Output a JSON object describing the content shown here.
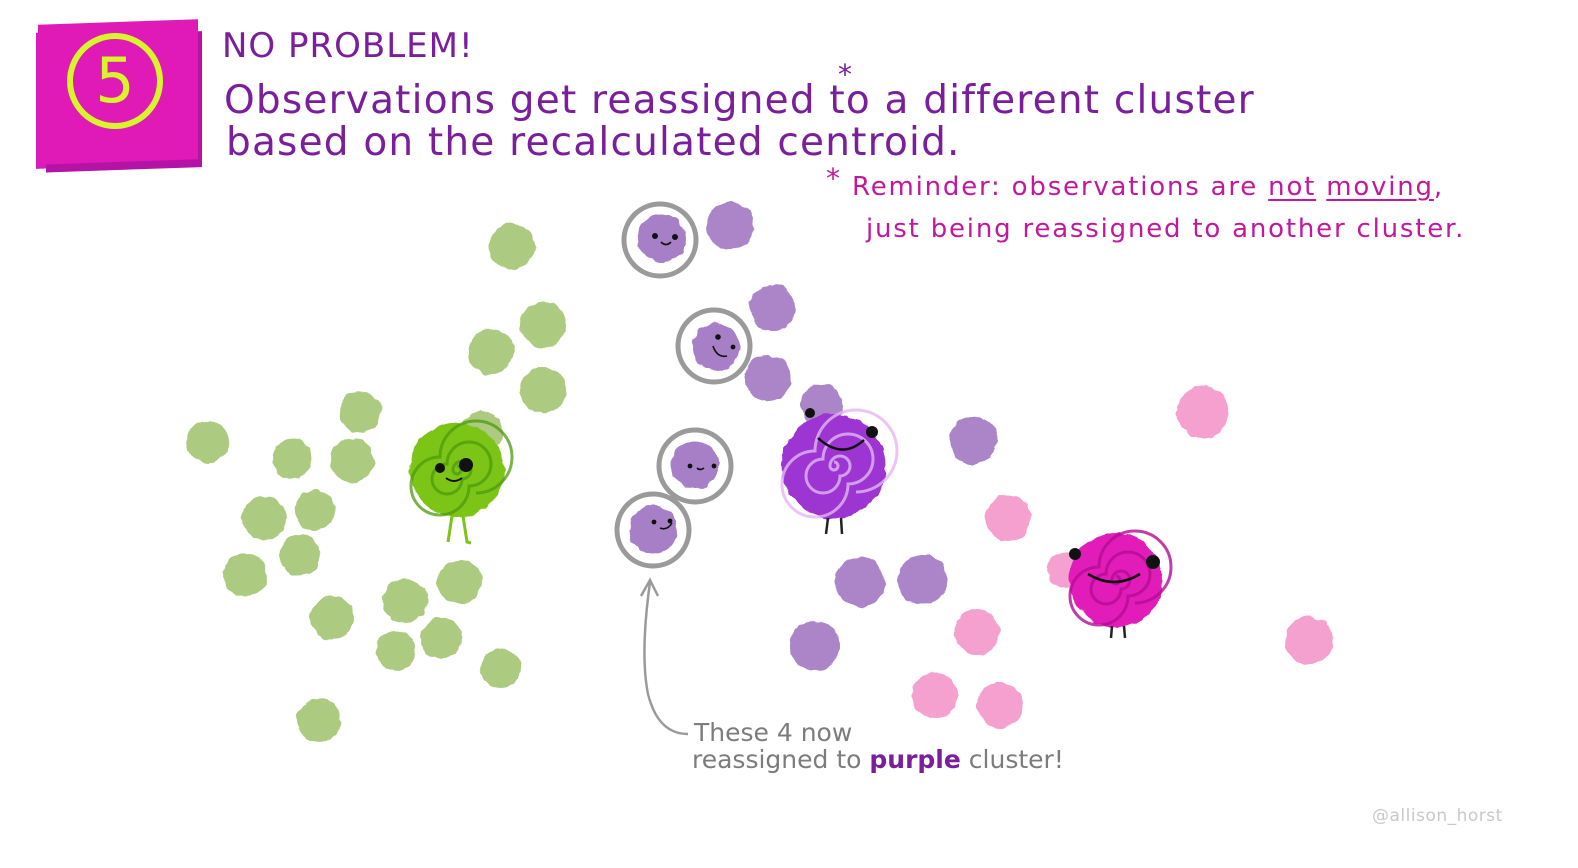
{
  "step": {
    "number": "5"
  },
  "heading": "NO PROBLEM!",
  "title": {
    "line1": "Observations get reassigned",
    "asterisk": "*",
    "line1_rest": " to a different cluster",
    "line2": "based on the recalculated centroid."
  },
  "reminder": {
    "star": "*",
    "line1_a": "Reminder: observations are ",
    "line1_not": "not",
    "line1_moving": "moving",
    "line1_end": ",",
    "line2": "just being reassigned to another cluster."
  },
  "note": {
    "line1": "These 4 now",
    "line2_a": "reassigned to ",
    "line2_purple": "purple",
    "line2_b": " cluster!"
  },
  "signature": "@allison_horst",
  "colors": {
    "green": "#a9c97a",
    "purple": "#a77fc6",
    "pink": "#f59ccd",
    "green_centroid": "#7cc518",
    "purple_centroid": "#9d36d2",
    "pink_centroid": "#e21ab8",
    "ring": "#9a9a9a",
    "title": "#7a1e9c",
    "reminder": "#c2189d",
    "badge": "#e01ab6",
    "badge_ring": "#d8f52c"
  }
}
